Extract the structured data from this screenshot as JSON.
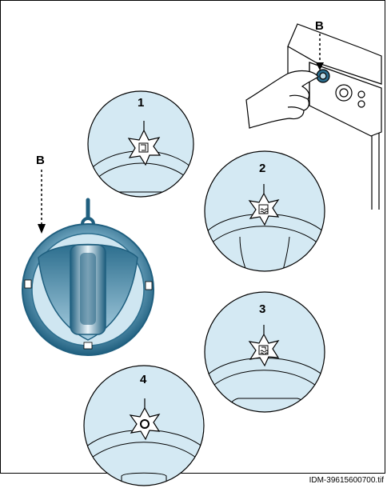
{
  "labels": {
    "b_top": "B",
    "b_left": "B",
    "step1": "1",
    "step2": "2",
    "step3": "3",
    "step4": "4"
  },
  "file_id": "IDM-39615600700.tif",
  "colors": {
    "circle_fill": "#d4e9f3",
    "knob_dark": "#1f5f7f",
    "knob_mid": "#4c8fb0",
    "knob_light": "#d9ecf5",
    "line": "#000000"
  },
  "icons": [
    "hand-icon",
    "knob-icon",
    "tap-icon",
    "tap-waves-icon",
    "circle-icon"
  ]
}
